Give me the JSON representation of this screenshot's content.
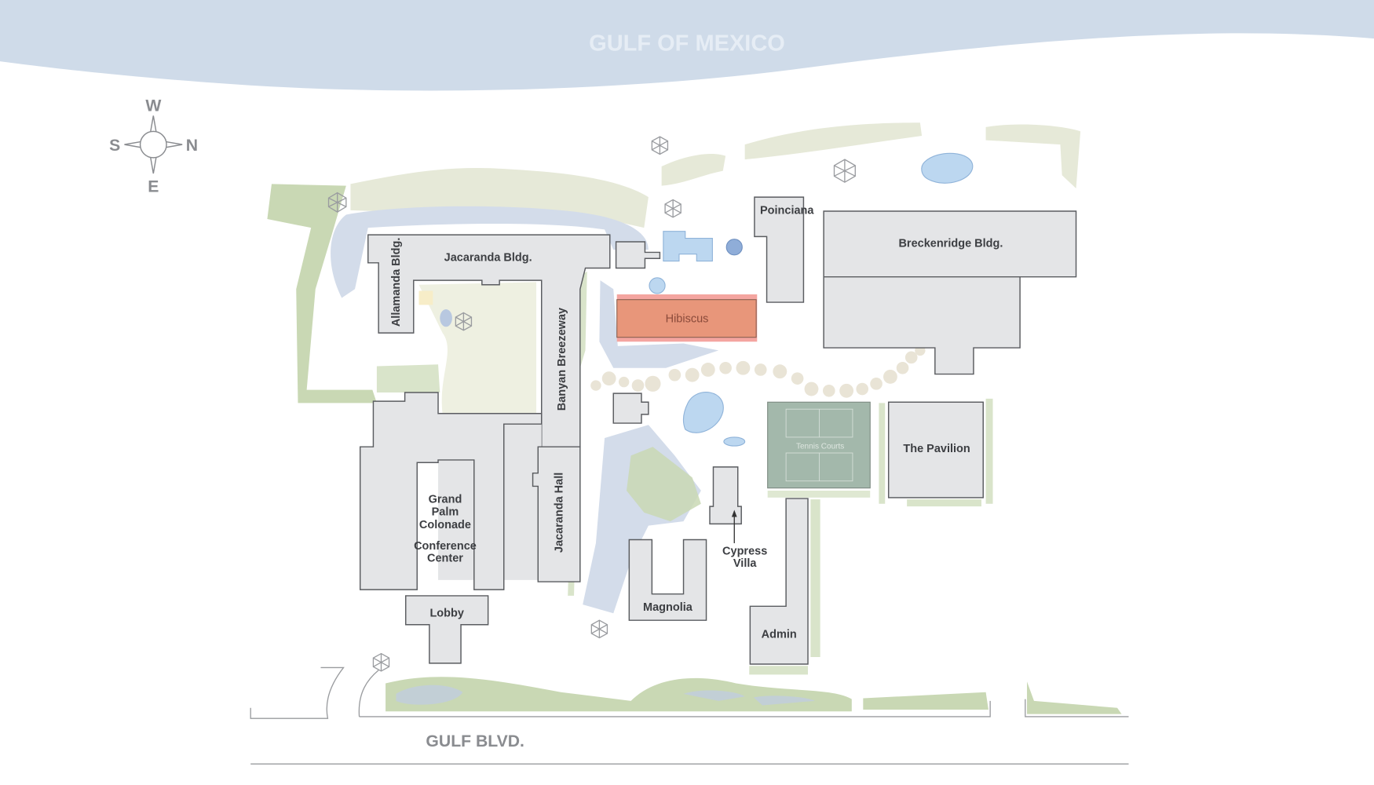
{
  "water_label": "GULF OF MEXICO",
  "road_label": "GULF BLVD.",
  "compass": {
    "north": "N",
    "south": "S",
    "east": "E",
    "west": "W"
  },
  "buildings": {
    "jacaranda_bldg": "Jacaranda Bldg.",
    "allamanda_bldg": "Allamanda Bldg.",
    "banyan_breezeway": "Banyan Breezeway",
    "jacaranda_hall": "Jacaranda Hall",
    "grand_palm_1": "Grand",
    "grand_palm_2": "Palm",
    "grand_palm_3": "Colonade",
    "conference_1": "Conference",
    "conference_2": "Center",
    "lobby": "Lobby",
    "hibiscus": "Hibiscus",
    "poinciana": "Poinciana",
    "breckenridge": "Breckenridge Bldg.",
    "tennis": "Tennis Courts",
    "pavilion": "The Pavilion",
    "cypress_1": "Cypress",
    "cypress_2": "Villa",
    "magnolia": "Magnolia",
    "admin": "Admin"
  },
  "colors": {
    "highlight": "#e8967a",
    "water": "#d3dcea",
    "tennis": "#a3b8ab"
  }
}
